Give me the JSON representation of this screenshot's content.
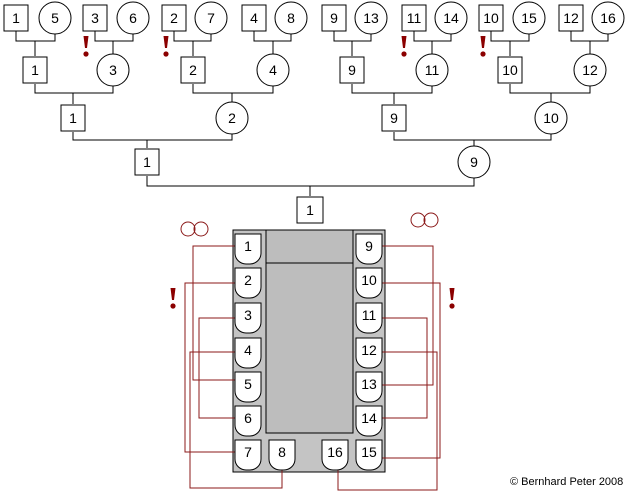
{
  "bracket": {
    "round1": [
      {
        "a": "1",
        "b": "5",
        "winner": "1"
      },
      {
        "a": "3",
        "b": "6",
        "winner": "3"
      },
      {
        "a": "2",
        "b": "7",
        "winner": "2"
      },
      {
        "a": "4",
        "b": "8",
        "winner": "4"
      },
      {
        "a": "9",
        "b": "13",
        "winner": "9"
      },
      {
        "a": "11",
        "b": "14",
        "winner": "11"
      },
      {
        "a": "10",
        "b": "15",
        "winner": "10"
      },
      {
        "a": "12",
        "b": "16",
        "winner": "12"
      }
    ],
    "round2": [
      "1",
      "2",
      "9",
      "10"
    ],
    "round3": [
      "1",
      "9"
    ],
    "champion": "1"
  },
  "pegs": {
    "left": [
      "1",
      "2",
      "3",
      "4",
      "5",
      "6",
      "7"
    ],
    "right": [
      "9",
      "10",
      "11",
      "12",
      "13",
      "14",
      "15"
    ],
    "bottom": [
      "8",
      "16"
    ]
  },
  "colors": {
    "line": "#000000",
    "wire": "#8b1a1a",
    "mark": "#8b0000",
    "board_outer": "#c4c4c4",
    "board_inner": "#bdbdbd"
  },
  "copyright": "© Bernhard Peter 2008"
}
